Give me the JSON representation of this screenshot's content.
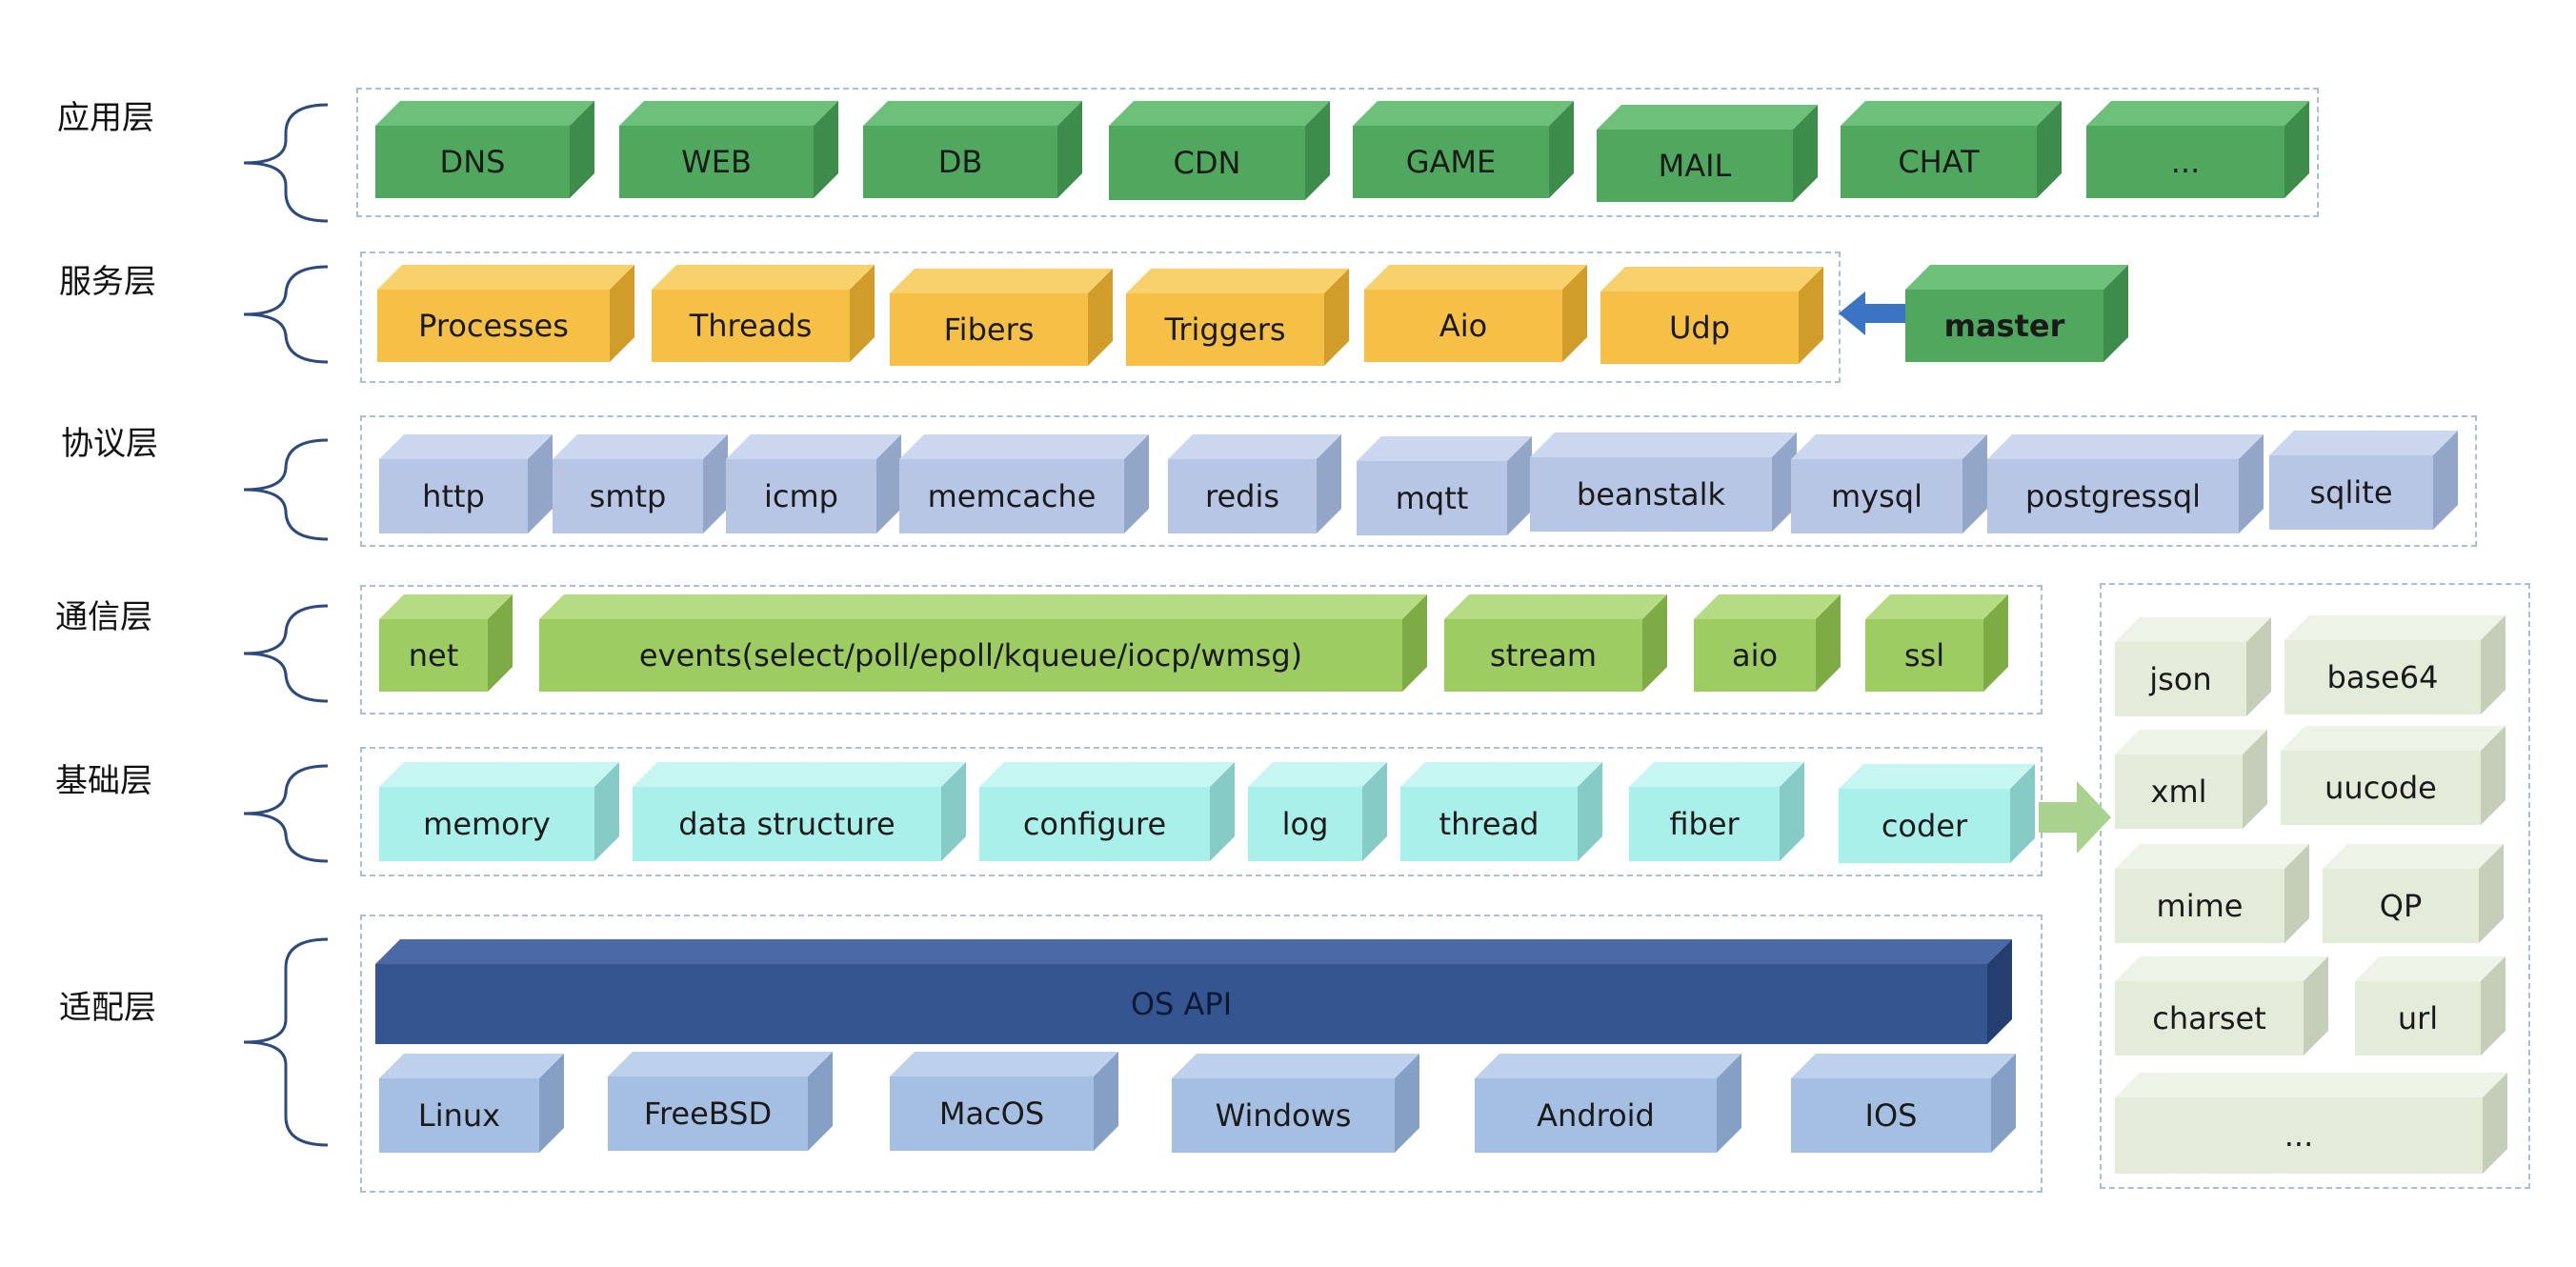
{
  "layers": [
    {
      "label": "应用层",
      "theme": "green",
      "items": [
        "DNS",
        "WEB",
        "DB",
        "CDN",
        "GAME",
        "MAIL",
        "CHAT",
        "..."
      ]
    },
    {
      "label": "服务层",
      "theme": "orange",
      "items": [
        "Processes",
        "Threads",
        "Fibers",
        "Triggers",
        "Aio",
        "Udp"
      ],
      "extra": "master"
    },
    {
      "label": "协议层",
      "theme": "blue",
      "items": [
        "http",
        "smtp",
        "icmp",
        "memcache",
        "redis",
        "mqtt",
        "beanstalk",
        "mysql",
        "postgressql",
        "sqlite"
      ]
    },
    {
      "label": "通信层",
      "theme": "lgreen",
      "items": [
        "net",
        "events(select/poll/epoll/kqueue/iocp/wmsg)",
        "stream",
        "aio",
        "ssl"
      ]
    },
    {
      "label": "基础层",
      "theme": "cyan",
      "items": [
        "memory",
        "data structure",
        "configure",
        "log",
        "thread",
        "fiber",
        "coder"
      ]
    },
    {
      "label": "适配层",
      "theme": "sky",
      "bar": "OS API",
      "items": [
        "Linux",
        "FreeBSD",
        "MacOS",
        "Windows",
        "Android",
        "IOS"
      ]
    }
  ],
  "coder_items": [
    "json",
    "base64",
    "xml",
    "uucode",
    "mime",
    "QP",
    "charset",
    "url",
    "..."
  ],
  "colors": {
    "application": "#4fa85e",
    "service": "#f6c047",
    "protocol": "#b6c6e4",
    "communication": "#9dcc62",
    "foundation": "#a9efea",
    "os_api": "#355591",
    "platform": "#a5bfe3",
    "coder": "#e3ecd9",
    "arrow_master": "#3b74c4",
    "arrow_coder": "#a8d28e",
    "brace": "#2c4a7c",
    "group_border": "#a9bfd6"
  }
}
